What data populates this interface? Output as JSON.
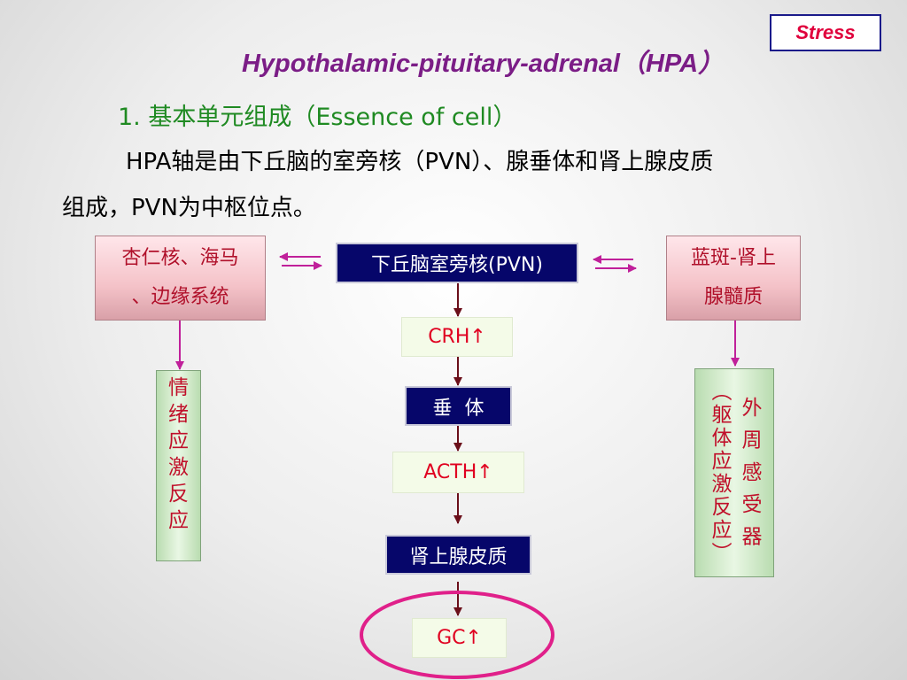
{
  "stress_tag": "Stress",
  "title": "Hypothalamic-pituitary-adrenal（HPA）",
  "section_heading": "1. 基本单元组成（Essence of cell）",
  "paragraph": {
    "line1": "HPA轴是由下丘脑的室旁核（PVN）、腺垂体和肾上腺皮质",
    "line2": "组成，PVN为中枢位点。"
  },
  "diagram": {
    "amygdala_hippocampus": {
      "line1": "杏仁核、海马",
      "line2": "、边缘系统"
    },
    "pvn": "下丘脑室旁核(PVN)",
    "locus_coeruleus": {
      "line1": "蓝斑-肾上",
      "line2": "腺髓质"
    },
    "crh": "CRH↑",
    "pituitary": "垂  体",
    "acth": "ACTH↑",
    "adrenal_cortex": "肾上腺皮质",
    "gc": "GC↑",
    "emotional_response": [
      "情",
      "绪",
      "应",
      "激",
      "反",
      "应"
    ],
    "peripheral": {
      "col1": "（躯体应激反应）",
      "col2": "外 周 感 受 器"
    }
  },
  "colors": {
    "title": "#7b1d86",
    "heading": "#1f8a22",
    "stress_text": "#e0003c",
    "navy_box": "#06066a",
    "red_text": "#e00020",
    "arrow_magenta": "#c0209a",
    "arrow_maroon": "#6b0f1a",
    "ellipse": "#e0208a"
  }
}
